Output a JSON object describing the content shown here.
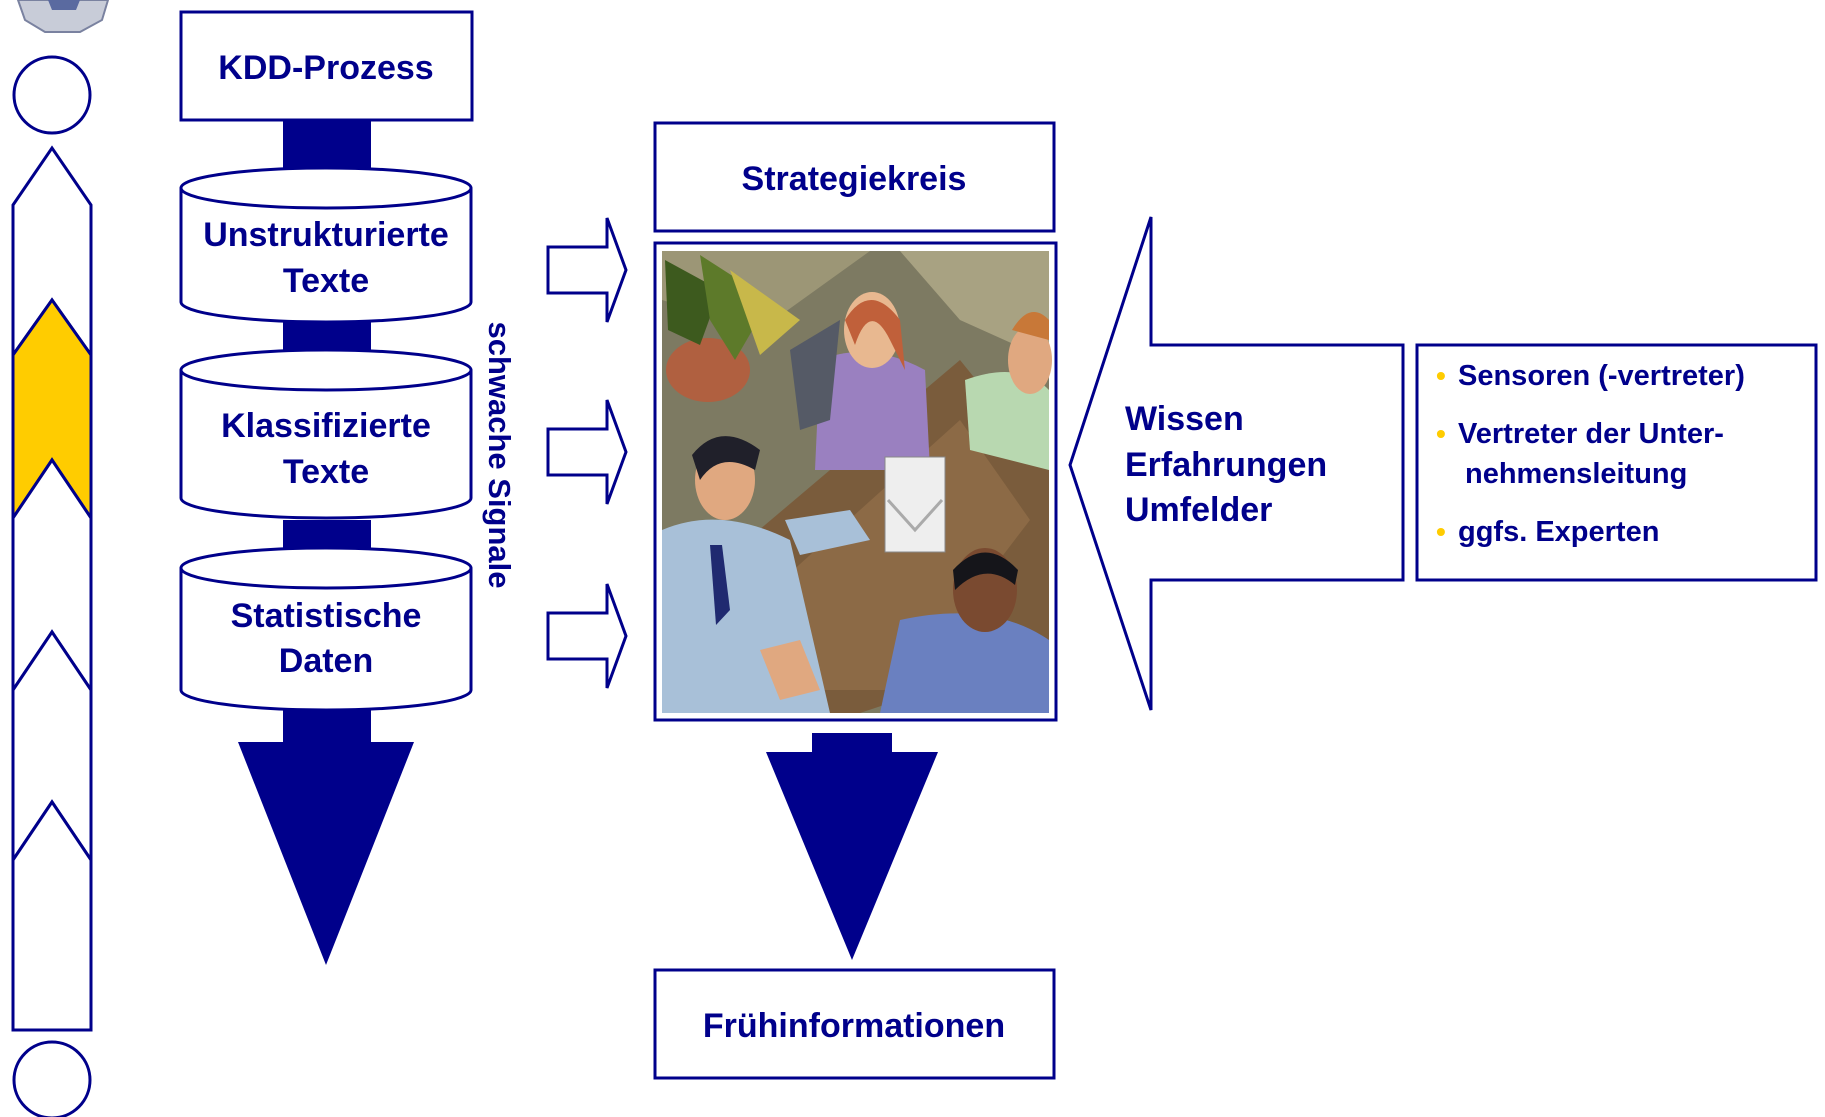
{
  "diagram": {
    "kdd_title": "KDD-Prozess",
    "databases": [
      {
        "line1": "Unstrukturierte",
        "line2": "Texte"
      },
      {
        "line1": "Klassifizierte",
        "line2": "Texte"
      },
      {
        "line1": "Statistische",
        "line2": "Daten"
      }
    ],
    "side_label": "schwache Signale",
    "strategy_title": "Strategiekreis",
    "knowledge": [
      "Wissen",
      "Erfahrungen",
      "Umfelder"
    ],
    "participants": [
      {
        "bullet": "•",
        "lines": [
          "Sensoren (-vertreter)"
        ]
      },
      {
        "bullet": "•",
        "lines": [
          "Vertreter der Unter-",
          "nehmensleitung"
        ]
      },
      {
        "bullet": "•",
        "lines": [
          "ggfs. Experten"
        ]
      }
    ],
    "output_title": "Frühinformationen"
  },
  "colors": {
    "primary": "#00008b",
    "bullet": "#ffcc00",
    "phase_active": "#ffcc00",
    "background": "#ffffff"
  },
  "icons": [
    "logo-icon",
    "meeting-clipart"
  ]
}
